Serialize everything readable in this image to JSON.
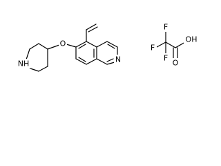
{
  "molecule": {
    "atoms": {
      "ether_oxygen": "O",
      "piperidine_nitrogen": "NH",
      "isoquinoline_nitrogen": "N"
    }
  },
  "counterion": {
    "atoms": {
      "f_top": "F",
      "f_left": "F",
      "f_bottom": "F",
      "hydroxyl": "OH",
      "carbonyl_oxygen": "O"
    }
  }
}
